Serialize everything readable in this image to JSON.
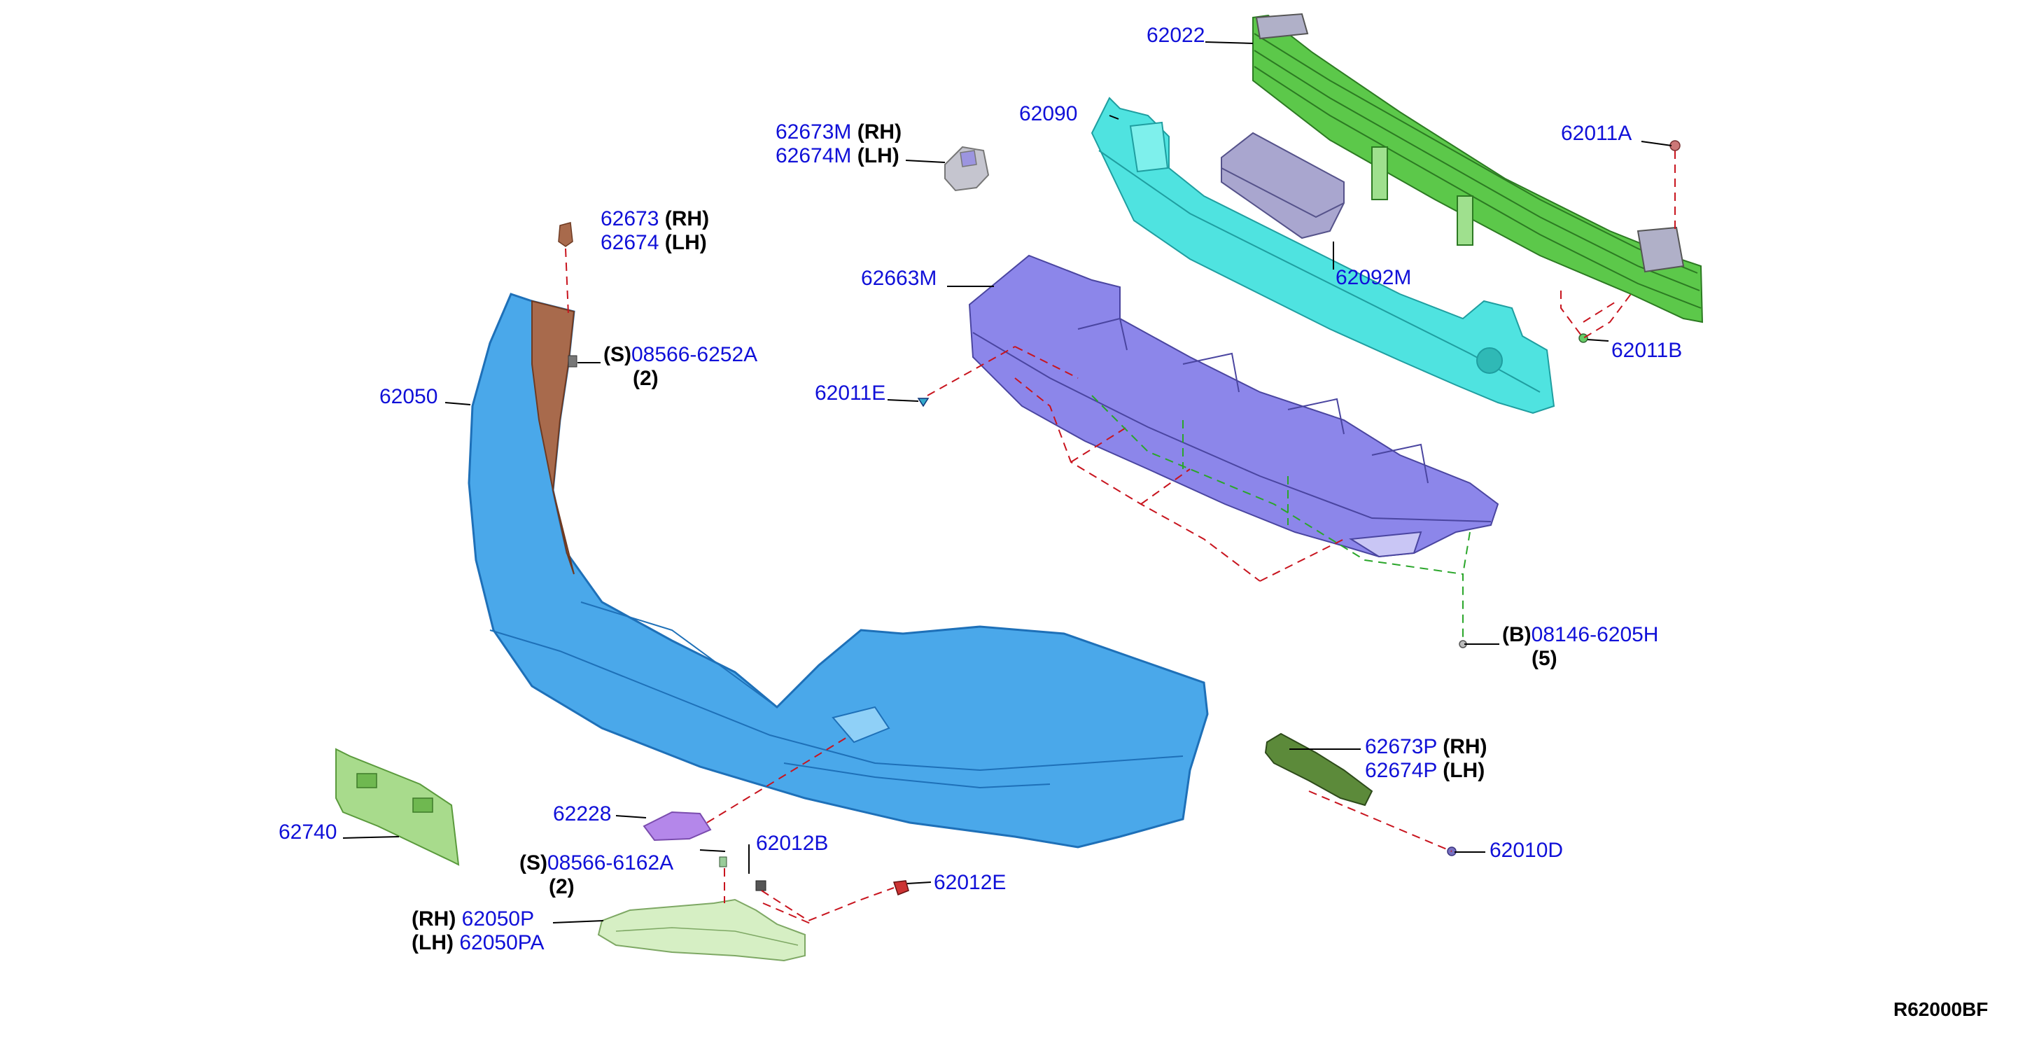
{
  "diagram_id": "R62000BF",
  "colors": {
    "part_number": "#1010d8",
    "bumper_fascia": "#4aa8ea",
    "reinforcement": "#5cc84a",
    "absorber": "#4fe3e0",
    "undercover": "#8c86ea",
    "bracket": "#a9a6cf",
    "leader_red": "#c8141e",
    "leader_green": "#2aa62a"
  },
  "callouts": {
    "c62022": {
      "pn": "62022"
    },
    "c62090": {
      "pn": "62090"
    },
    "c62673m": {
      "pn1": "62673M",
      "q1": "(RH)",
      "pn2": "62674M",
      "q2": "(LH)"
    },
    "c62011a": {
      "pn": "62011A"
    },
    "c62673": {
      "pn1": "62673",
      "q1": "(RH)",
      "pn2": "62674",
      "q2": "(LH)"
    },
    "c62092m": {
      "pn": "62092M"
    },
    "c62663m": {
      "pn": "62663M"
    },
    "c08566_6252a": {
      "prefix": "(S)",
      "pn": "08566-6252A",
      "qty": "(2)"
    },
    "c62011b": {
      "pn": "62011B"
    },
    "c62050": {
      "pn": "62050"
    },
    "c62011e": {
      "pn": "62011E"
    },
    "c08146_6205h": {
      "prefix": "(B)",
      "pn": "08146-6205H",
      "qty": "(5)"
    },
    "c62673p": {
      "pn1": "62673P",
      "q1": "(RH)",
      "pn2": "62674P",
      "q2": "(LH)"
    },
    "c62228": {
      "pn": "62228"
    },
    "c62740": {
      "pn": "62740"
    },
    "c62010d": {
      "pn": "62010D"
    },
    "c08566_6162a": {
      "prefix": "(S)",
      "pn": "08566-6162A",
      "qty": "(2)"
    },
    "c62012b": {
      "pn": "62012B"
    },
    "c62012e": {
      "pn": "62012E"
    },
    "c62050p": {
      "q1": "(RH)",
      "pn1": "62050P",
      "q2": "(LH)",
      "pn2": "62050PA"
    }
  }
}
